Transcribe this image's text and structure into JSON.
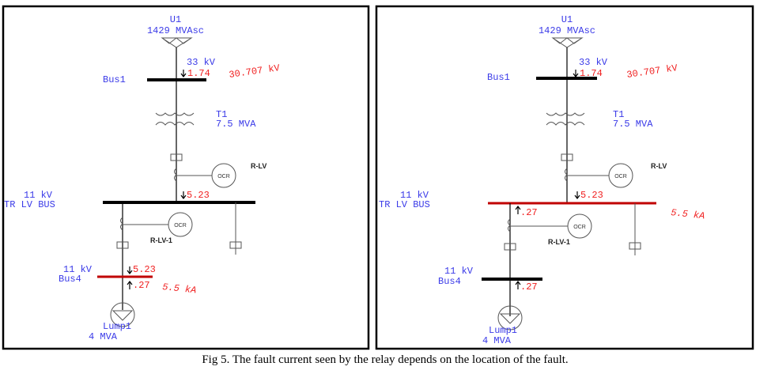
{
  "left": {
    "source": {
      "name": "U1",
      "rating": "1429 MVAsc"
    },
    "bus1": {
      "name": "Bus1",
      "voltage": "33 kV",
      "current": "1.74",
      "fault_voltage": "30.707 kV"
    },
    "transformer": {
      "name": "T1",
      "rating": "7.5 MVA"
    },
    "relay_top": {
      "name": "R-LV",
      "type": "OCR"
    },
    "tr_lv_bus": {
      "voltage": "11 kV",
      "name": "TR LV BUS",
      "current": "5.23",
      "color": "#000000"
    },
    "relay_feeder": {
      "name": "R-LV-1",
      "type": "OCR"
    },
    "bus4": {
      "voltage": "11 kV",
      "name": "Bus4",
      "current_in": "5.23",
      "current_load": ".27",
      "fault_current": "5.5 kA",
      "color": "#c00000"
    },
    "load": {
      "name": "Lump1",
      "rating": "4 MVA"
    }
  },
  "right": {
    "source": {
      "name": "U1",
      "rating": "1429 MVAsc"
    },
    "bus1": {
      "name": "Bus1",
      "voltage": "33 kV",
      "current": "1.74",
      "fault_voltage": "30.707 kV"
    },
    "transformer": {
      "name": "T1",
      "rating": "7.5 MVA"
    },
    "relay_top": {
      "name": "R-LV",
      "type": "OCR"
    },
    "tr_lv_bus": {
      "voltage": "11 kV",
      "name": "TR LV BUS",
      "current": "5.23",
      "current_feeder": ".27",
      "fault_current": "5.5 kA",
      "color": "#c00000"
    },
    "relay_feeder": {
      "name": "R-LV-1",
      "type": "OCR"
    },
    "bus4": {
      "voltage": "11 kV",
      "name": "Bus4",
      "current_load": ".27",
      "color": "#000000"
    },
    "load": {
      "name": "Lump1",
      "rating": "4 MVA"
    }
  },
  "caption": "Fig 5. The fault current seen by the relay depends on the location of the fault."
}
